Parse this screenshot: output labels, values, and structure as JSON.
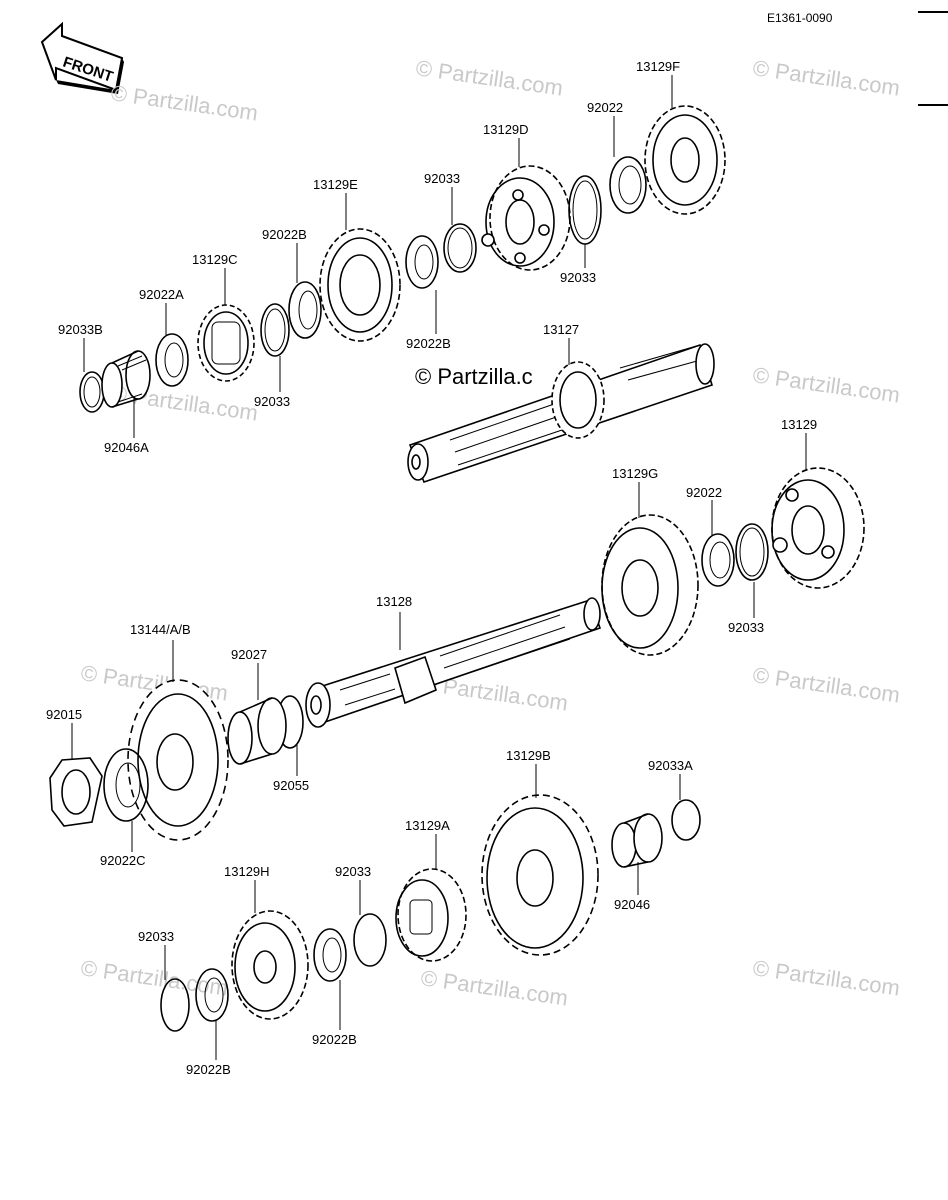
{
  "diagram": {
    "code": "E1361-0090",
    "front_label": "FRONT",
    "watermark": "© Partzilla.com",
    "watermark_center": "© Partzilla.c",
    "labels": {
      "p13129F": "13129F",
      "p92022_top": "92022",
      "p13129D": "13129D",
      "p92033_a": "92033",
      "p13129E": "13129E",
      "p92022B_a": "92022B",
      "p13129C": "13129C",
      "p92022A": "92022A",
      "p92033B": "92033B",
      "p92046A": "92046A",
      "p92033_b": "92033",
      "p92022B_b": "92022B",
      "p92033_c": "92033",
      "p13127": "13127",
      "p13129": "13129",
      "p13129G": "13129G",
      "p92022_mid": "92022",
      "p92033_d": "92033",
      "p13128": "13128",
      "p13144": "13144/A/B",
      "p92027": "92027",
      "p92015": "92015",
      "p92055": "92055",
      "p92022C": "92022C",
      "p13129B": "13129B",
      "p92033A": "92033A",
      "p13129A": "13129A",
      "p92046": "92046",
      "p13129H": "13129H",
      "p92033_e": "92033",
      "p92033_f": "92033",
      "p92022B_c": "92022B",
      "p92022B_d": "92022B"
    }
  }
}
